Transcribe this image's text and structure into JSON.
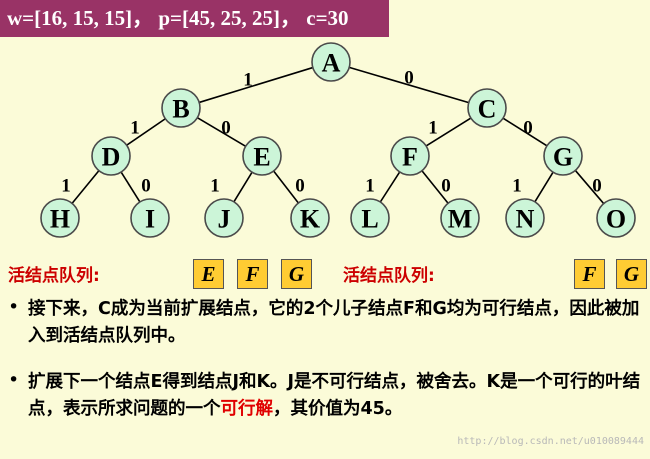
{
  "banner": {
    "text": "w=[16, 15, 15]， p=[45, 25, 25]， c=30"
  },
  "tree": {
    "nodes": [
      {
        "id": "A",
        "label": "A"
      },
      {
        "id": "B",
        "label": "B"
      },
      {
        "id": "C",
        "label": "C"
      },
      {
        "id": "D",
        "label": "D"
      },
      {
        "id": "E",
        "label": "E"
      },
      {
        "id": "F",
        "label": "F"
      },
      {
        "id": "G",
        "label": "G"
      },
      {
        "id": "H",
        "label": "H"
      },
      {
        "id": "I",
        "label": "I"
      },
      {
        "id": "J",
        "label": "J"
      },
      {
        "id": "K",
        "label": "K"
      },
      {
        "id": "L",
        "label": "L"
      },
      {
        "id": "M",
        "label": "M"
      },
      {
        "id": "N",
        "label": "N"
      },
      {
        "id": "O",
        "label": "O"
      }
    ],
    "edges": [
      {
        "from": "A",
        "to": "B",
        "label": "1"
      },
      {
        "from": "A",
        "to": "C",
        "label": "0"
      },
      {
        "from": "B",
        "to": "D",
        "label": "1"
      },
      {
        "from": "B",
        "to": "E",
        "label": "0"
      },
      {
        "from": "C",
        "to": "F",
        "label": "1"
      },
      {
        "from": "C",
        "to": "G",
        "label": "0"
      },
      {
        "from": "D",
        "to": "H",
        "label": "1"
      },
      {
        "from": "D",
        "to": "I",
        "label": "0"
      },
      {
        "from": "E",
        "to": "J",
        "label": "1"
      },
      {
        "from": "E",
        "to": "K",
        "label": "0"
      },
      {
        "from": "F",
        "to": "L",
        "label": "1"
      },
      {
        "from": "F",
        "to": "M",
        "label": "0"
      },
      {
        "from": "G",
        "to": "N",
        "label": "1"
      },
      {
        "from": "G",
        "to": "O",
        "label": "0"
      }
    ]
  },
  "queue_left": {
    "label": "活结点队列:",
    "items": [
      "E",
      "F",
      "G"
    ]
  },
  "queue_right": {
    "label": "活结点队列:",
    "items": [
      "F",
      "G"
    ]
  },
  "bullets": [
    {
      "text": "接下来，C成为当前扩展结点，它的2个儿子结点F和G均为可行结点，因此被加入到活结点队列中。"
    },
    {
      "text_before": "扩展下一个结点E得到结点J和K。J是不可行结点，被舍去。K是一个可行的叶结点，表示所求问题的一个",
      "highlight": "可行解",
      "text_after": "，其价值为45。"
    }
  ],
  "watermark": "http://blog.csdn.net/u010089444",
  "colors": {
    "banner_bg": "#993366",
    "node_fill": "#ccf5d8",
    "queue_box": "#ffcc33",
    "queue_label": "#cc0000",
    "highlight": "#e00000",
    "background": "#fbfbd8"
  }
}
